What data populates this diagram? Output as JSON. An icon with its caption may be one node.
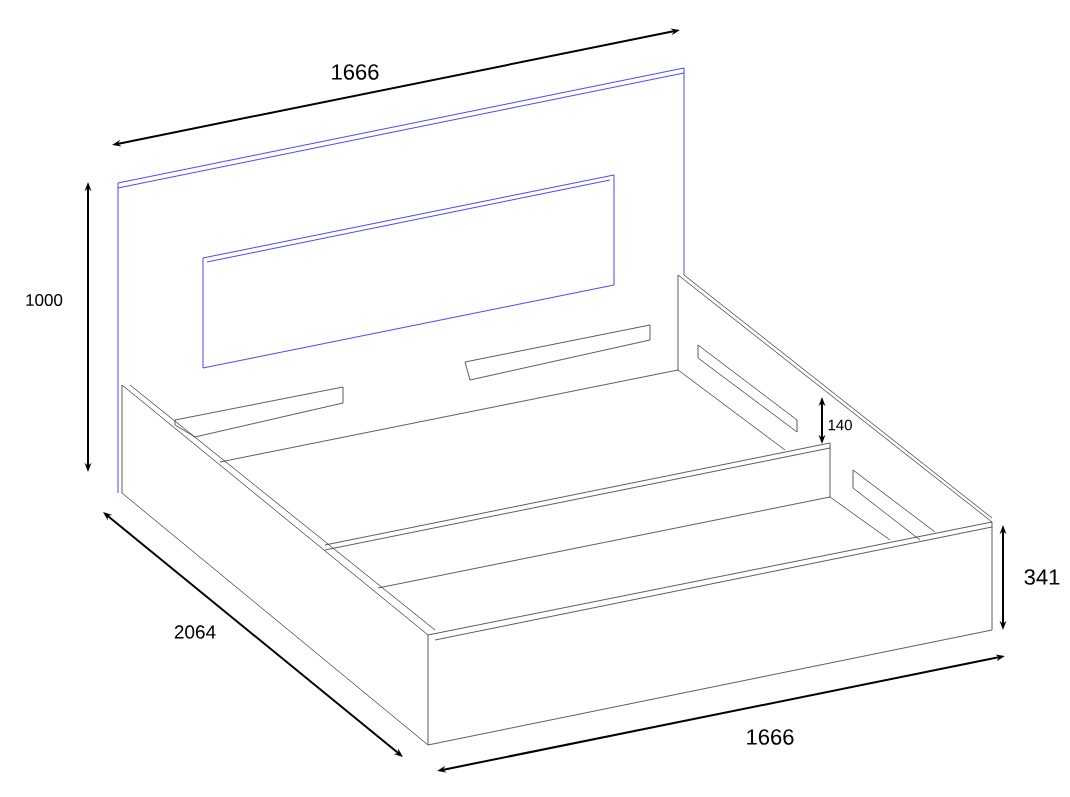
{
  "diagram": {
    "labels": [
      "1666",
      "1000",
      "140",
      "341",
      "2064",
      "1666"
    ]
  }
}
